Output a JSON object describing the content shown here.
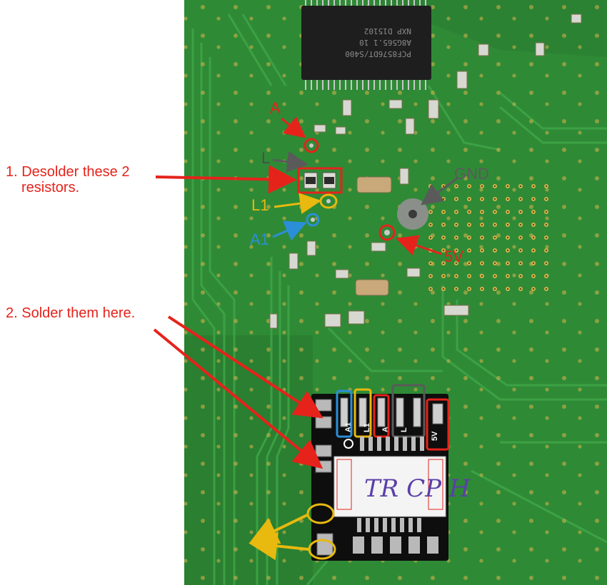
{
  "instructions": {
    "step1_line1": "1. Desolder these 2",
    "step1_line2": "resistors.",
    "step2": "2. Solder them here."
  },
  "pin_labels": {
    "a": "A",
    "l": "L",
    "l1": "L1",
    "a1": "A1",
    "gnd": "GND",
    "v5": "5V"
  },
  "chip": {
    "line1": "PCF8576DT/S400",
    "line2": "A8G565.1 10",
    "line3": "NXP D15102"
  },
  "adapter": {
    "pads": [
      "A1",
      "L1",
      "A",
      "L",
      "",
      "5V"
    ],
    "handwriting": "TR CP H"
  },
  "colors": {
    "pcb": "#2f8a36",
    "pcb_dark": "#236f2a",
    "trace": "#3c9f43",
    "arrow_red": "#e5231b",
    "marker_yellow": "#e8b90e",
    "marker_blue": "#2b8fd8",
    "marker_gray": "#5a5a5a",
    "text_red": "#e5231b"
  }
}
